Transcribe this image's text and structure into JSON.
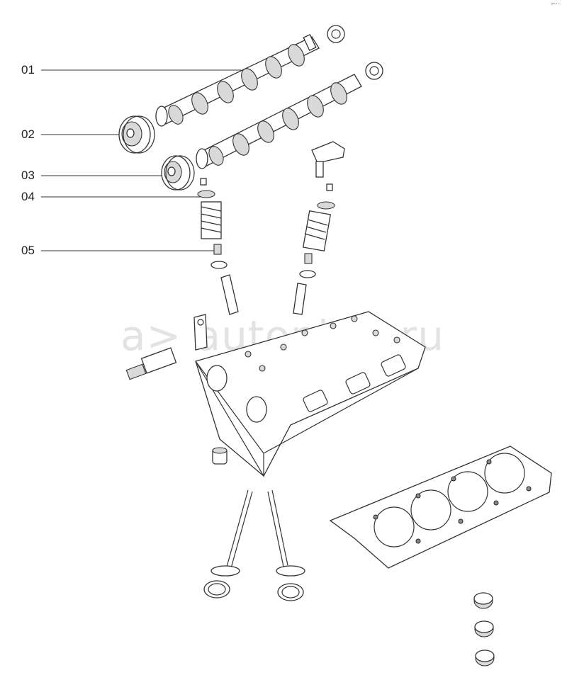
{
  "watermark": {
    "text": "a> autopiter.ru"
  },
  "corner_mark": "⌐··",
  "callouts": [
    {
      "id": "01",
      "label": "01"
    },
    {
      "id": "02",
      "label": "02"
    },
    {
      "id": "03",
      "label": "03"
    },
    {
      "id": "04",
      "label": "04"
    },
    {
      "id": "05",
      "label": "05"
    }
  ]
}
